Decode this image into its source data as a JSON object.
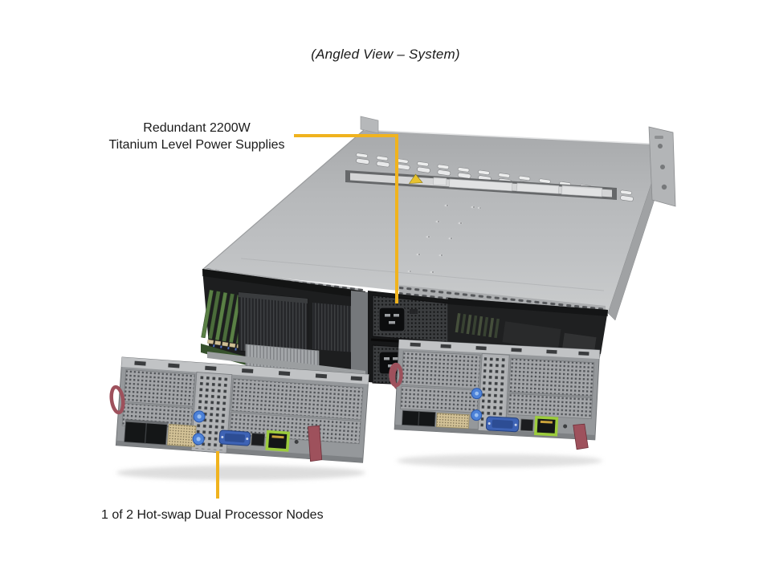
{
  "title": "(Angled View – System)",
  "callouts": {
    "psu": {
      "line1": "Redundant 2200W",
      "line2": "Titanium Level Power Supplies"
    },
    "node": {
      "label": "1 of 2 Hot-swap Dual Processor Nodes"
    }
  },
  "icons": {
    "psu_label_strip": "warning-triangle-icon"
  },
  "colors": {
    "accent": "#F0B31E",
    "text": "#1a1a1a",
    "chassis-light": "#c8cacc",
    "chassis-mid": "#b4b6b8",
    "interior-dark": "#1d1e1f",
    "ram-green": "#55793f",
    "ethernet-green": "#9ccc3c",
    "vga-blue": "#3e63b5",
    "handle-red": "#9e515c",
    "thumbscrew-blue": "#4d82d8"
  }
}
